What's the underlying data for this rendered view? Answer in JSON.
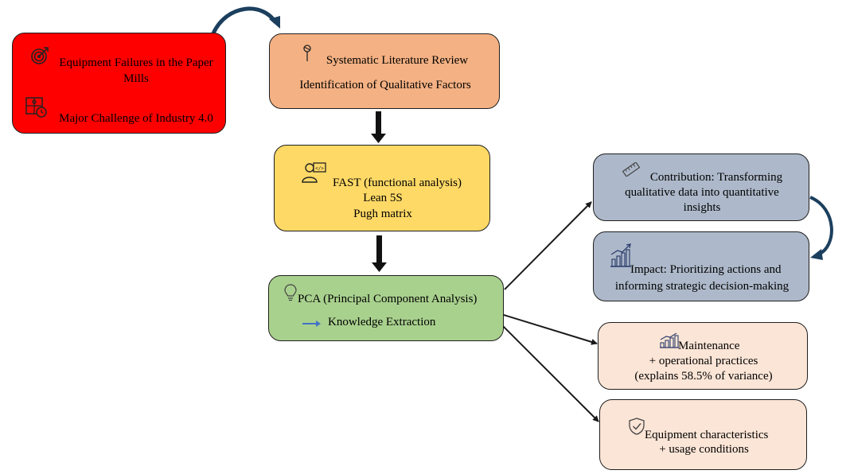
{
  "colors": {
    "problem_fill": "#fe0000",
    "review_fill": "#f4b183",
    "fast_fill": "#ffd966",
    "pca_fill": "#a9d18e",
    "insight_fill": "#adb9ca",
    "result_fill": "#fbe5d6",
    "arrow": "#1a1a1a",
    "curved_arrow": "#1c3f5e",
    "knowledge_arrow": "#4472c4"
  },
  "problem": {
    "line1": "Equipment Failures in the Paper",
    "line2": "Mills",
    "line3": "Major Challenge of Industry 4.0",
    "icon1": "target-icon",
    "icon2": "puzzle-clock-icon"
  },
  "review": {
    "line1": "Systematic Literature Review",
    "line2": "Identification of Qualitative Factors",
    "icon": "pin-icon"
  },
  "fast": {
    "line1": "FAST (functional analysis)",
    "line2": "Lean 5S",
    "line3": "Pugh matrix",
    "icon": "developer-icon"
  },
  "pca": {
    "line1": "PCA (Principal Component Analysis)",
    "line2": "Knowledge Extraction",
    "icon": "lightbulb-icon"
  },
  "contribution": {
    "line1": "Contribution: Transforming",
    "line2": "qualitative data into quantitative",
    "line3": "insights",
    "icon": "ruler-icon"
  },
  "impact": {
    "line1": "Impact: Prioritizing actions and",
    "line2": "informing strategic decision-making",
    "icon": "growth-chart-icon"
  },
  "maintenance": {
    "line1": "Maintenance",
    "line2": "+ operational practices",
    "line3": "(explains 58.5% of variance)",
    "icon": "bar-chart-icon"
  },
  "equipment": {
    "line1": "Equipment characteristics",
    "line2": "+ usage conditions",
    "icon": "shield-check-icon"
  }
}
